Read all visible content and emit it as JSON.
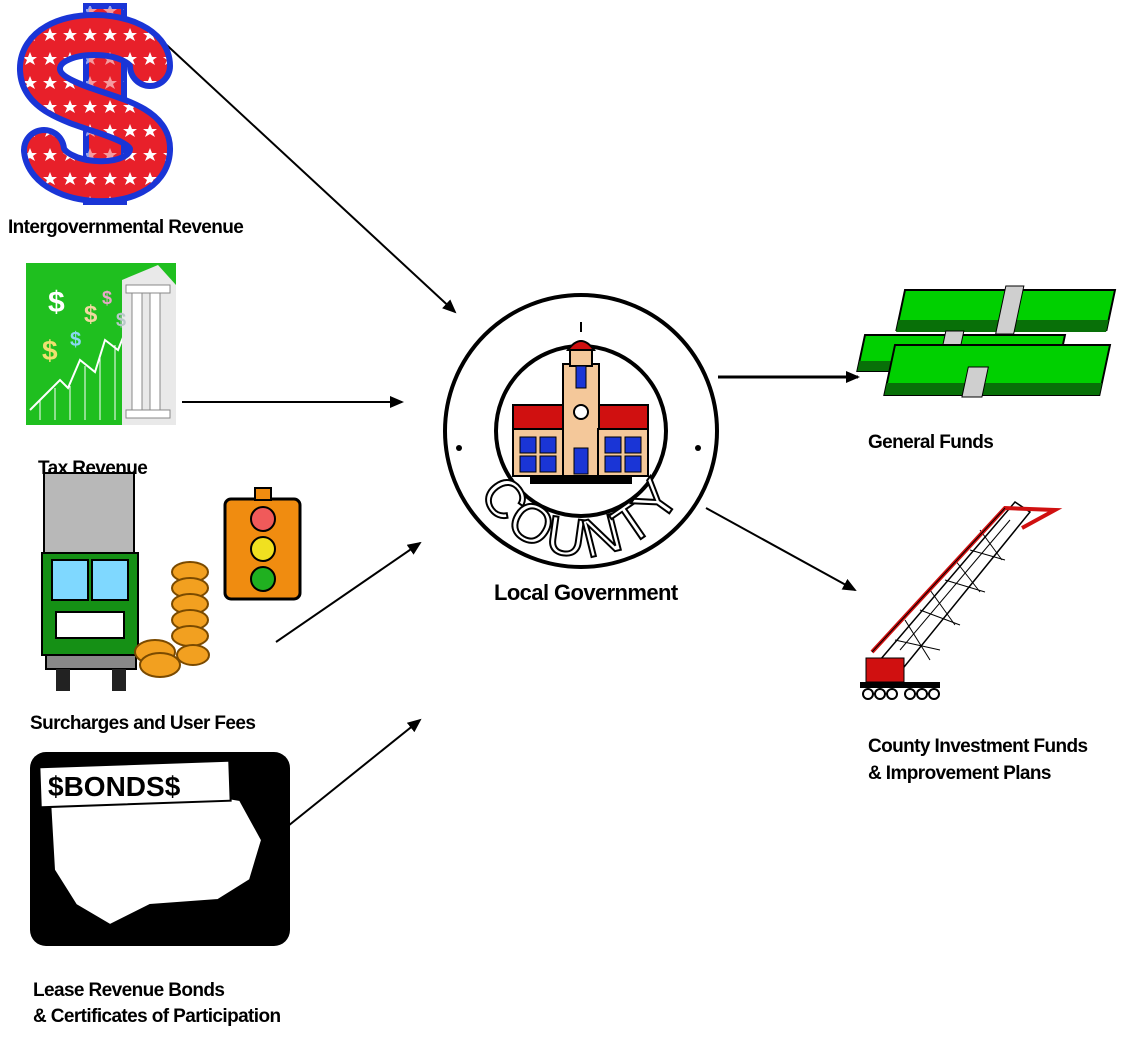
{
  "sources": [
    {
      "label": "Intergovernmental Revenue",
      "icon": "dollar-sign-icon"
    },
    {
      "label": "Tax Revenue",
      "icon": "tax-chart-icon"
    },
    {
      "label": "Surcharges and User Fees",
      "icon": "truck-coins-traffic-light-icon"
    },
    {
      "label": "Lease Revenue Bonds",
      "label2": "& Certificates of Participation",
      "icon": "bonds-map-icon"
    }
  ],
  "center": {
    "label": "Local Government",
    "seal_text": "COUNTY",
    "icon": "county-seal-icon"
  },
  "outputs": [
    {
      "label": "General Funds",
      "icon": "money-stacks-icon"
    },
    {
      "label": "County Investment Funds",
      "label2": "& Improvement Plans",
      "icon": "crane-icon"
    }
  ],
  "colors": {
    "red": "#e8202a",
    "blue": "#1a35d6",
    "green": "#1fbf1f",
    "money": "#00d000",
    "crane": "#d01010",
    "building": "#f4c89a"
  }
}
